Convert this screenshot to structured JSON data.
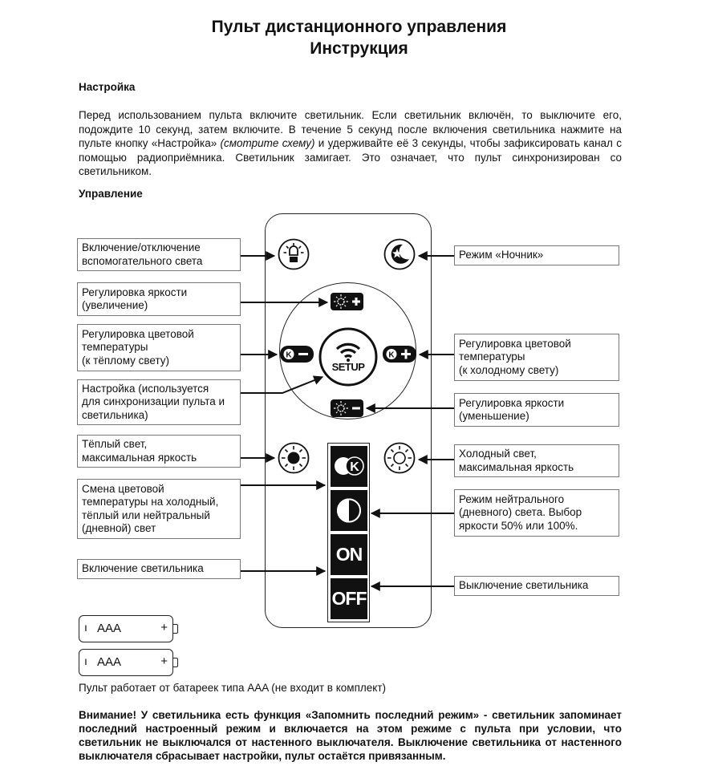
{
  "header": {
    "title_line1": "Пульт дистанционного управления",
    "title_line2": "Инструкция"
  },
  "setup": {
    "heading": "Настройка",
    "text_part1": "Перед использованием пульта включите светильник. Если светильник включён, то выключите его, подождите 10 секунд, затем включите. В течение 5 секунд после включения светильника нажмите на пульте кнопку «Настройка» ",
    "text_em": "(смотрите схему)",
    "text_part2": " и удерживайте её 3 секунды, чтобы зафиксировать канал с помощью радиоприёмника. Светильник замигает. Это означает, что пульт синхронизирован со светильником."
  },
  "control": {
    "heading": "Управление"
  },
  "labels_left": {
    "aux_light": [
      "Включение/отключение",
      "вспомогательного света"
    ],
    "brightness_up": [
      "Регулировка яркости",
      "(увеличение)"
    ],
    "temp_warm": [
      "Регулировка цветовой",
      "температуры",
      "(к тёплому свету)"
    ],
    "setup": [
      "Настройка (используется",
      "для синхронизации пульта и",
      "светильника)"
    ],
    "warm_max": [
      "Тёплый свет,",
      "максимальная яркость"
    ],
    "temp_cycle": [
      "Смена цветовой",
      "температуры на холодный,",
      "тёплый или нейтральный",
      "(дневной) свет"
    ],
    "on": [
      "Включение светильника"
    ]
  },
  "labels_right": {
    "night": [
      "Режим «Ночник»"
    ],
    "temp_cold": [
      "Регулировка цветовой",
      "температуры",
      "(к холодному свету)"
    ],
    "brightness_down": [
      "Регулировка яркости",
      "(уменьшение)"
    ],
    "cold_max": [
      "Холодный свет,",
      "максимальная яркость"
    ],
    "neutral": [
      "Режим нейтрального",
      "(дневного) света. Выбор",
      "яркости 50% или 100%."
    ],
    "off": [
      "Выключение светильника"
    ]
  },
  "remote": {
    "setup_label": "SETUP",
    "on_label": "ON",
    "off_label": "OFF",
    "k_label": "K",
    "icons": [
      "bulb-icon",
      "moon-star-icon",
      "sun-plus-icon",
      "sun-minus-icon",
      "k-minus-icon",
      "k-plus-icon",
      "wifi-icon",
      "sun-filled-icon",
      "sun-outline-icon",
      "half-circle-icon"
    ]
  },
  "batteries": [
    {
      "minus": "ı",
      "label": "AAA",
      "plus": "+"
    },
    {
      "minus": "ı",
      "label": "AAA",
      "plus": "+"
    }
  ],
  "battery_note": "Пульт работает от батареек типа AAA (не входит в комплект)",
  "warning": {
    "text": "Внимание! У светильника есть функция «Запомнить последний режим» - светильник запоминает последний настроенный режим и включается на этом режиме с пульта при условии, что светильник не выключался от настенного выключателя. Выключение светильника от настенного выключателя сбрасывает настройки, пульт остаётся привязанным."
  }
}
